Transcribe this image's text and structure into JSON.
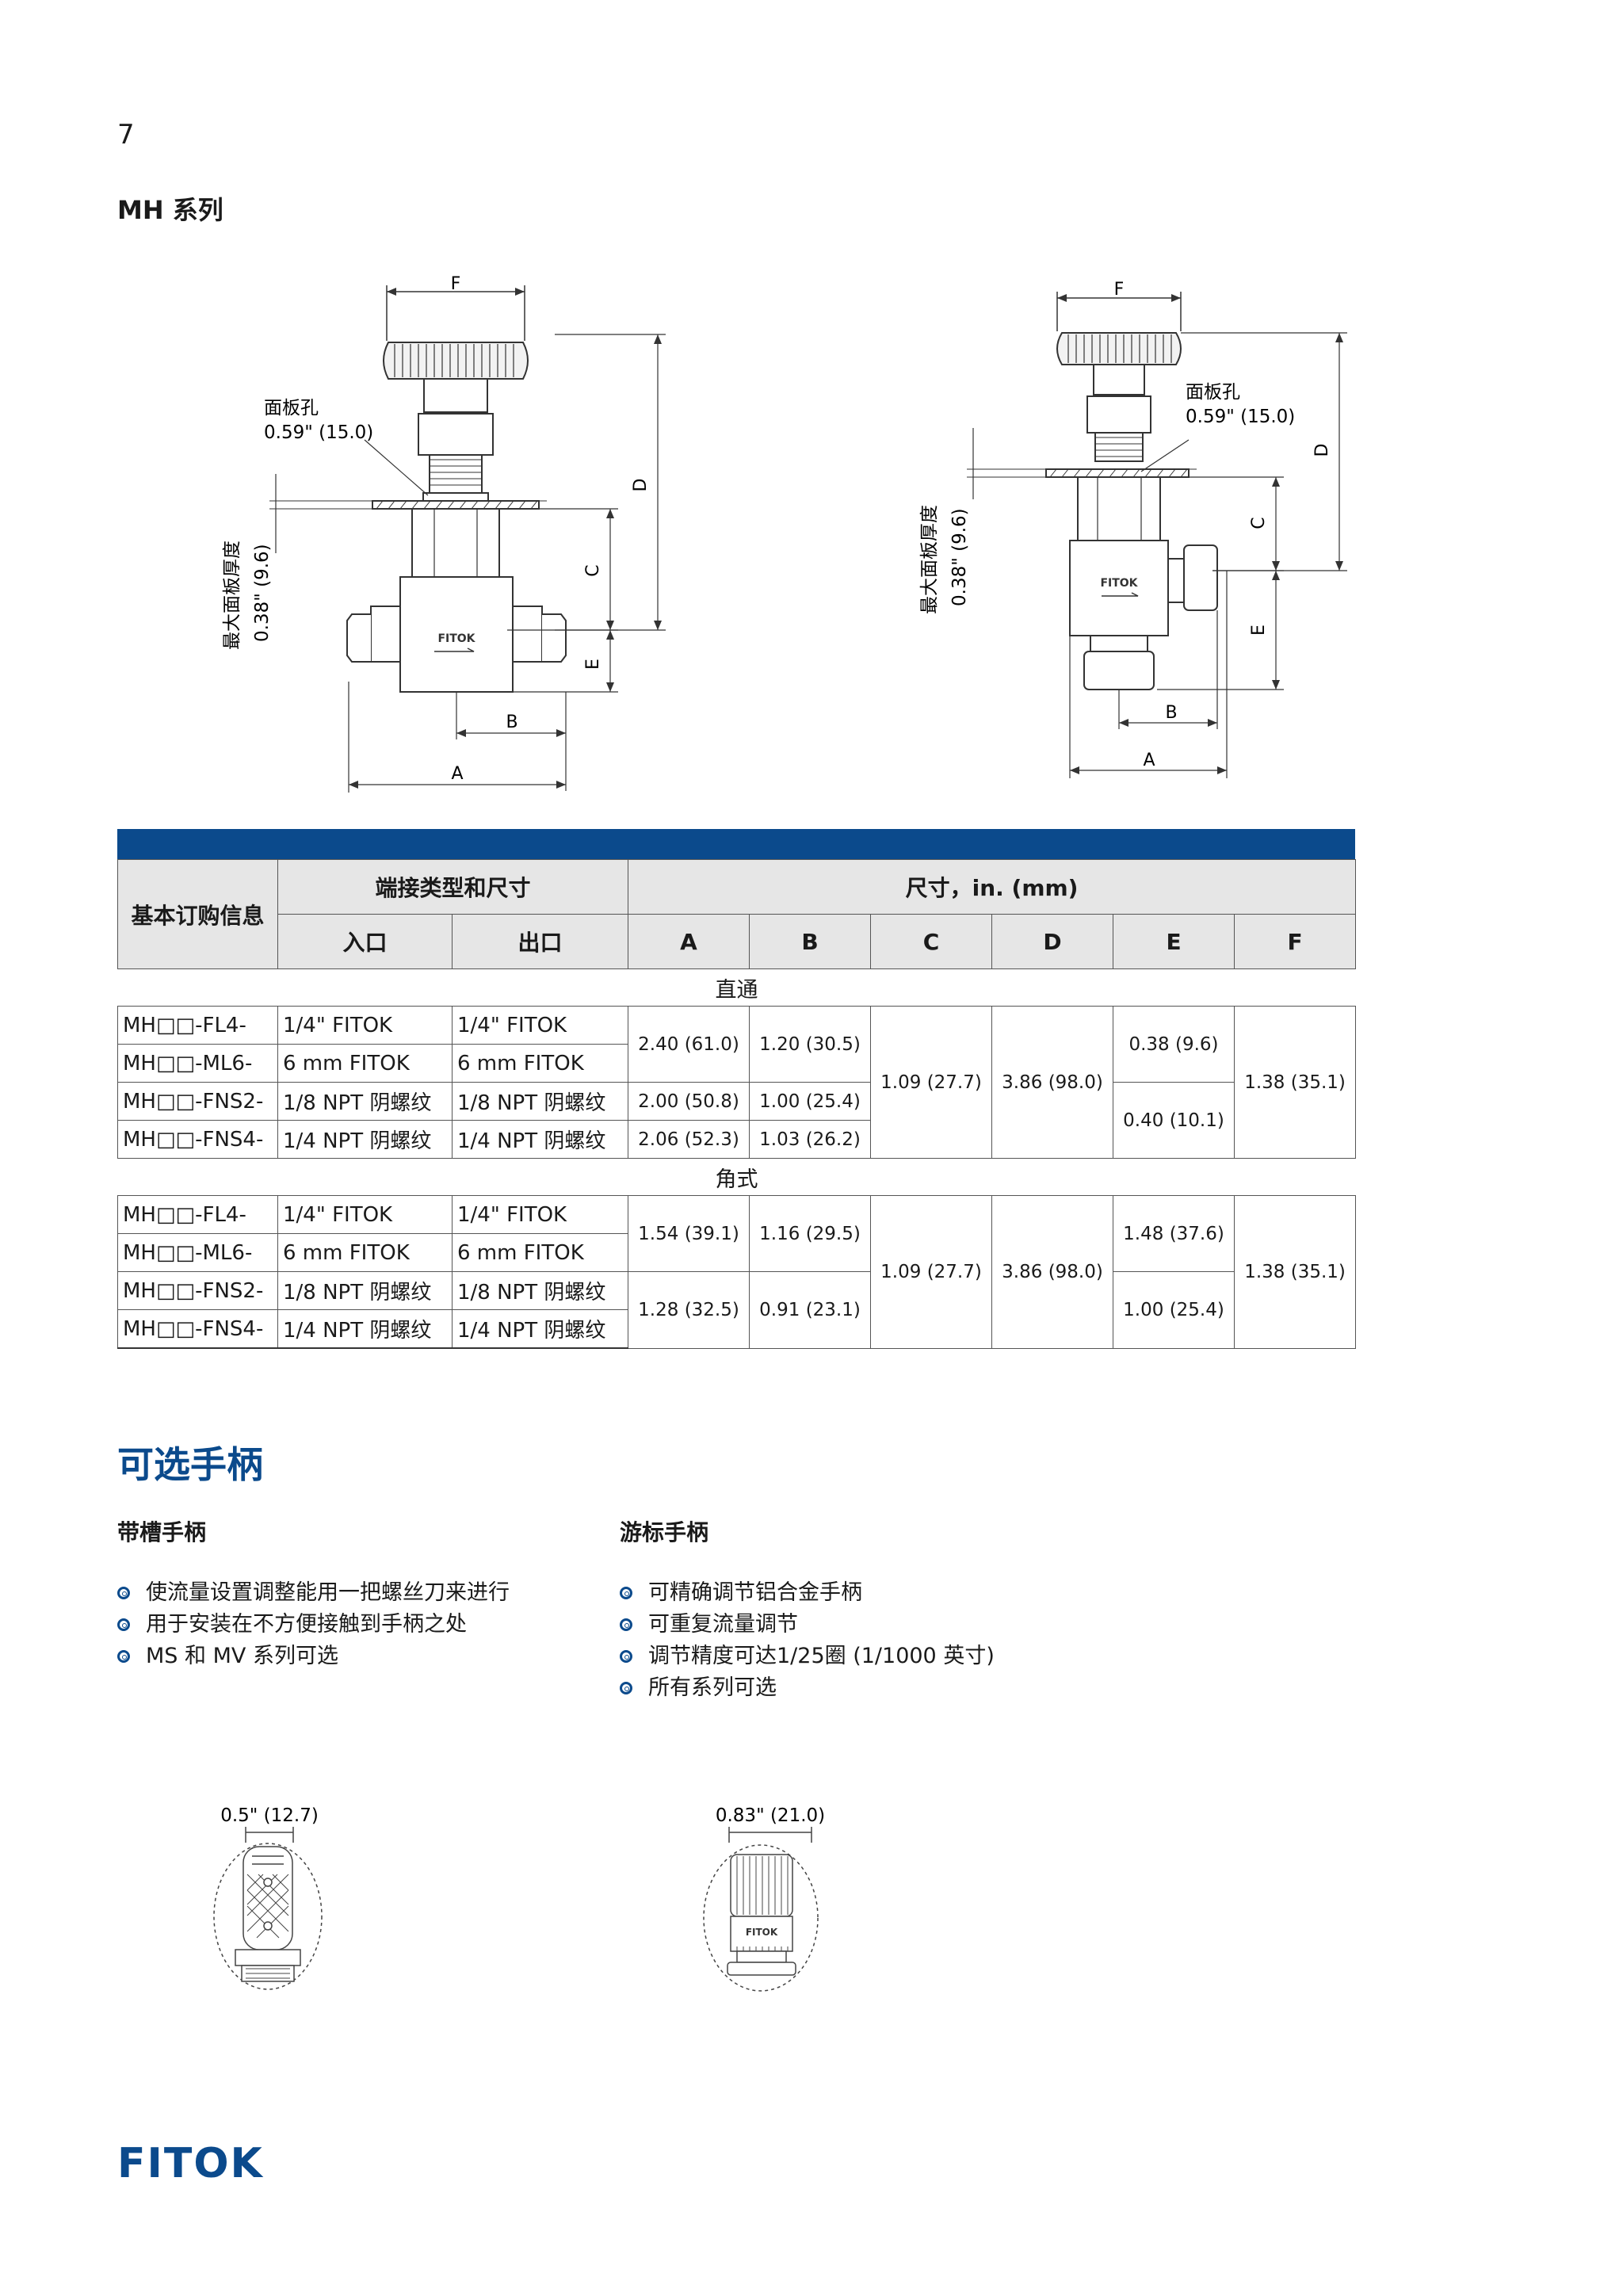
{
  "page_number": "7",
  "series_title": "MH 系列",
  "diagram_straight": {
    "panel_hole_label": "面板孔",
    "panel_hole_value": "0.59\" (15.0)",
    "max_thickness_label": "最大面板厚度",
    "max_thickness_value": "0.38\" (9.6)",
    "body_brand": "FITOK",
    "dims": {
      "A": "A",
      "B": "B",
      "C": "C",
      "D": "D",
      "E": "E",
      "F": "F"
    }
  },
  "diagram_angle": {
    "panel_hole_label": "面板孔",
    "panel_hole_value": "0.59\" (15.0)",
    "max_thickness_label": "最大面板厚度",
    "max_thickness_value": "0.38\" (9.6)",
    "body_brand": "FITOK"
  },
  "table": {
    "col_order_info": "基本订购信息",
    "col_end_connections": "端接类型和尺寸",
    "col_dimensions": "尺寸，in. (mm)",
    "col_inlet": "入口",
    "col_outlet": "出口",
    "col_A": "A",
    "col_B": "B",
    "col_C": "C",
    "col_D": "D",
    "col_E": "E",
    "col_F": "F",
    "section_straight": "直通",
    "section_angle": "角式",
    "straight": {
      "rows": [
        {
          "part": "MH□□-FL4-",
          "inlet": "1/4\" FITOK",
          "outlet": "1/4\" FITOK"
        },
        {
          "part": "MH□□-ML6-",
          "inlet": "6 mm FITOK",
          "outlet": "6 mm FITOK"
        },
        {
          "part": "MH□□-FNS2-",
          "inlet": "1/8 NPT 阴螺纹",
          "outlet": "1/8 NPT 阴螺纹"
        },
        {
          "part": "MH□□-FNS4-",
          "inlet": "1/4 NPT 阴螺纹",
          "outlet": "1/4 NPT 阴螺纹"
        }
      ],
      "A1": "2.40 (61.0)",
      "B1": "1.20 (30.5)",
      "A3": "2.00 (50.8)",
      "B3": "1.00 (25.4)",
      "A4": "2.06 (52.3)",
      "B4": "1.03 (26.2)",
      "C": "1.09 (27.7)",
      "D": "3.86 (98.0)",
      "E1": "0.38 (9.6)",
      "E2": "0.40 (10.1)",
      "F": "1.38 (35.1)"
    },
    "angle": {
      "rows": [
        {
          "part": "MH□□-FL4-",
          "inlet": "1/4\" FITOK",
          "outlet": "1/4\" FITOK"
        },
        {
          "part": "MH□□-ML6-",
          "inlet": "6 mm FITOK",
          "outlet": "6 mm FITOK"
        },
        {
          "part": "MH□□-FNS2-",
          "inlet": "1/8 NPT 阴螺纹",
          "outlet": "1/8 NPT 阴螺纹"
        },
        {
          "part": "MH□□-FNS4-",
          "inlet": "1/4 NPT 阴螺纹",
          "outlet": "1/4 NPT 阴螺纹"
        }
      ],
      "A1": "1.54 (39.1)",
      "B1": "1.16 (29.5)",
      "A2": "1.28 (32.5)",
      "B2": "0.91 (23.1)",
      "C": "1.09 (27.7)",
      "D": "3.86 (98.0)",
      "E1": "1.48 (37.6)",
      "E2": "1.00 (25.4)",
      "F": "1.38 (35.1)"
    }
  },
  "handles": {
    "title": "可选手柄",
    "slotted": {
      "heading": "带槽手柄",
      "bullets": [
        "使流量设置调整能用一把螺丝刀来进行",
        "用于安装在不方便接触到手柄之处",
        "MS 和 MV 系列可选"
      ],
      "width_label": "0.5\" (12.7)"
    },
    "vernier": {
      "heading": "游标手柄",
      "bullets": [
        "可精确调节铝合金手柄",
        "可重复流量调节",
        "调节精度可达1/25圈 (1/1000 英寸)",
        "所有系列可选"
      ],
      "width_label": "0.83\" (21.0)",
      "brand": "FITOK"
    }
  },
  "logo_text": "FITOK",
  "colors": {
    "brand_blue": "#0b4a8c",
    "header_gray": "#e6e6e6"
  }
}
